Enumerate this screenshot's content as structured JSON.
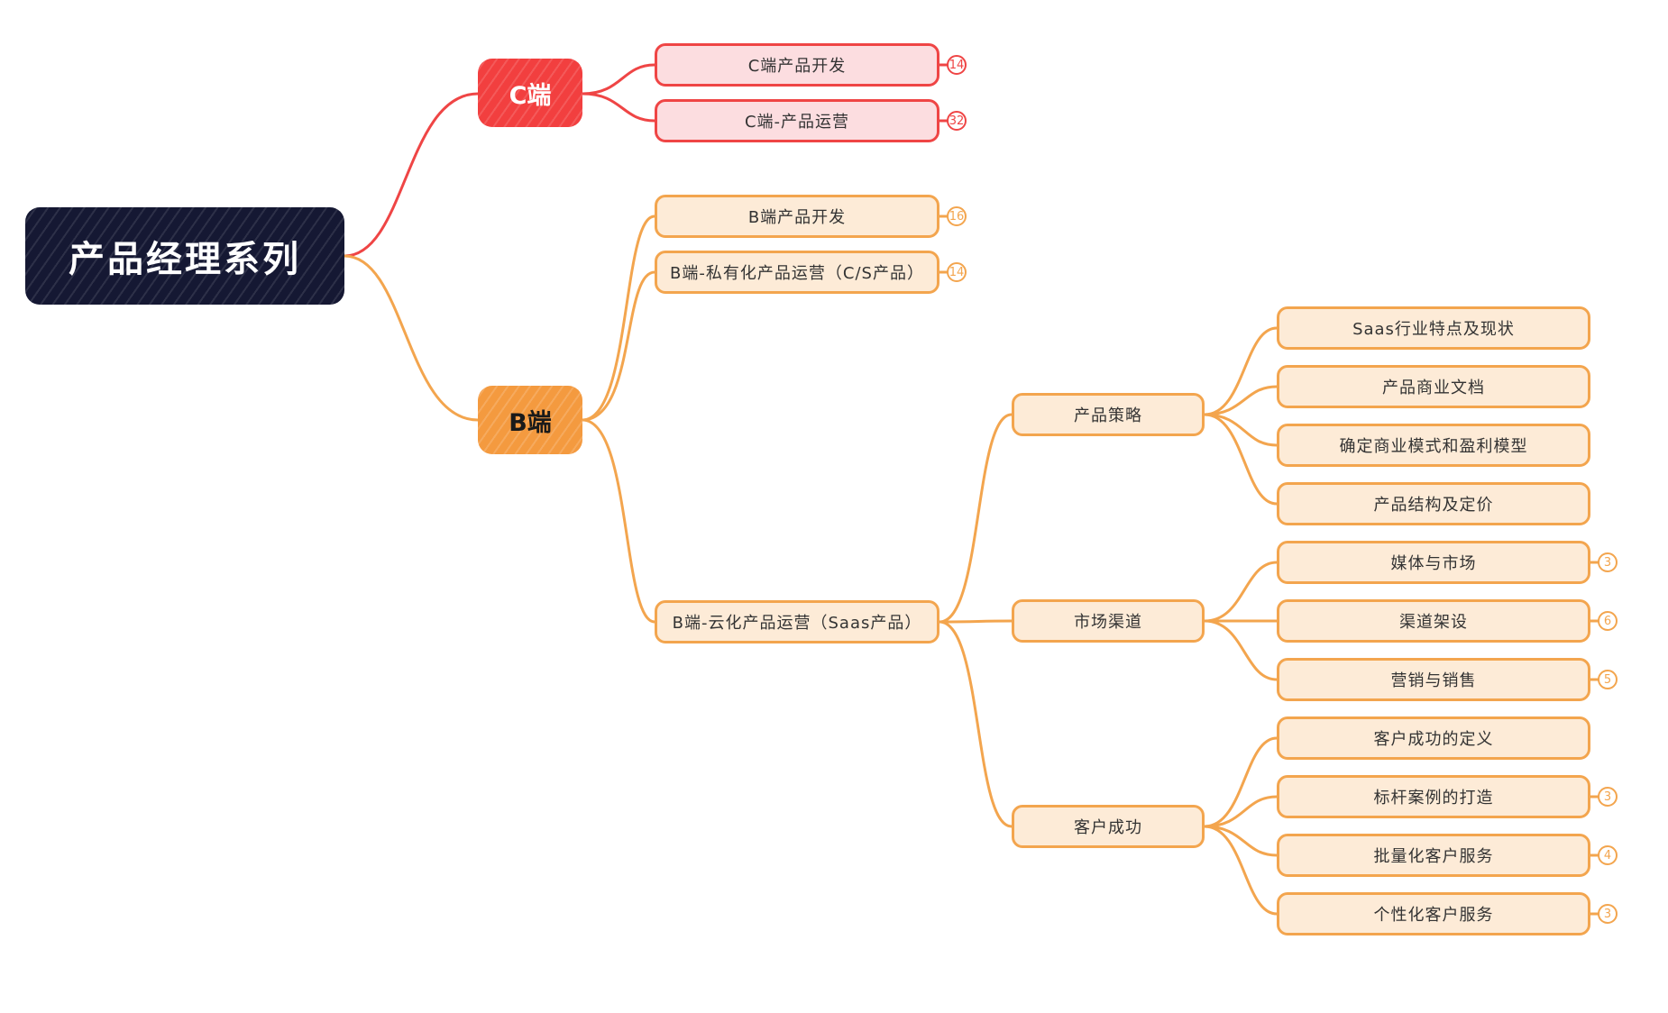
{
  "root": {
    "label": "产品经理系列"
  },
  "colors": {
    "root": "#151833",
    "c_branch": "#f23f3f",
    "b_branch": "#f49a3f",
    "c_line": "#ef4545",
    "b_line": "#f3a54e"
  },
  "c_branch": {
    "label": "C端",
    "children": [
      {
        "label": "C端产品开发",
        "count": "14"
      },
      {
        "label": "C端-产品运营",
        "count": "32"
      }
    ]
  },
  "b_branch": {
    "label": "B端",
    "children": [
      {
        "label": "B端产品开发",
        "count": "16"
      },
      {
        "label": "B端-私有化产品运营（C/S产品）",
        "count": "14"
      },
      {
        "label": "B端-云化产品运营（Saas产品）",
        "children": [
          {
            "label": "产品策略",
            "children": [
              {
                "label": "Saas行业特点及现状"
              },
              {
                "label": "产品商业文档"
              },
              {
                "label": "确定商业模式和盈利模型"
              },
              {
                "label": "产品结构及定价"
              }
            ]
          },
          {
            "label": "市场渠道",
            "children": [
              {
                "label": "媒体与市场",
                "count": "3"
              },
              {
                "label": "渠道架设",
                "count": "6"
              },
              {
                "label": "营销与销售",
                "count": "5"
              }
            ]
          },
          {
            "label": "客户成功",
            "children": [
              {
                "label": "客户成功的定义"
              },
              {
                "label": "标杆案例的打造",
                "count": "3"
              },
              {
                "label": "批量化客户服务",
                "count": "4"
              },
              {
                "label": "个性化客户服务",
                "count": "3"
              }
            ]
          }
        ]
      }
    ]
  }
}
